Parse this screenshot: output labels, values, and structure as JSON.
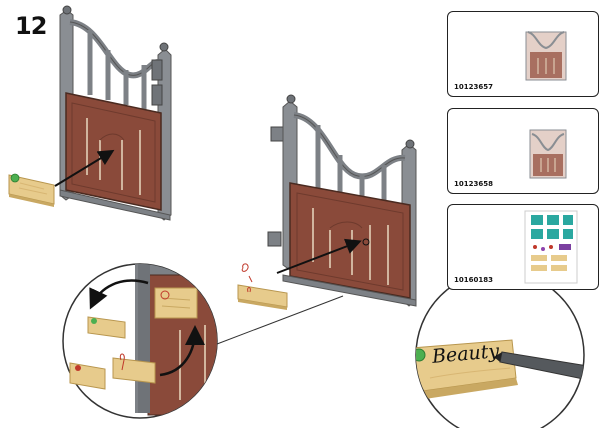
{
  "step": {
    "number": "12"
  },
  "parts": [
    {
      "number": "10123657",
      "icon": "stall-gate-panel-tall"
    },
    {
      "number": "10123658",
      "icon": "stall-gate-panel-short"
    },
    {
      "number": "10160183",
      "icon": "sticker-sheet"
    }
  ],
  "closeup": {
    "nameplate_text": "Beauty"
  },
  "colors": {
    "frame": "#7d8186",
    "frame_dark": "#5a5e62",
    "wood": "#8a4a3a",
    "wood_dark": "#6e3a2d",
    "nameplate": "#e7cb8c",
    "nameplate_dark": "#c9a862",
    "arrow": "#111111",
    "sticker_green": "#4caf50",
    "sticker_red": "#c0392b"
  }
}
